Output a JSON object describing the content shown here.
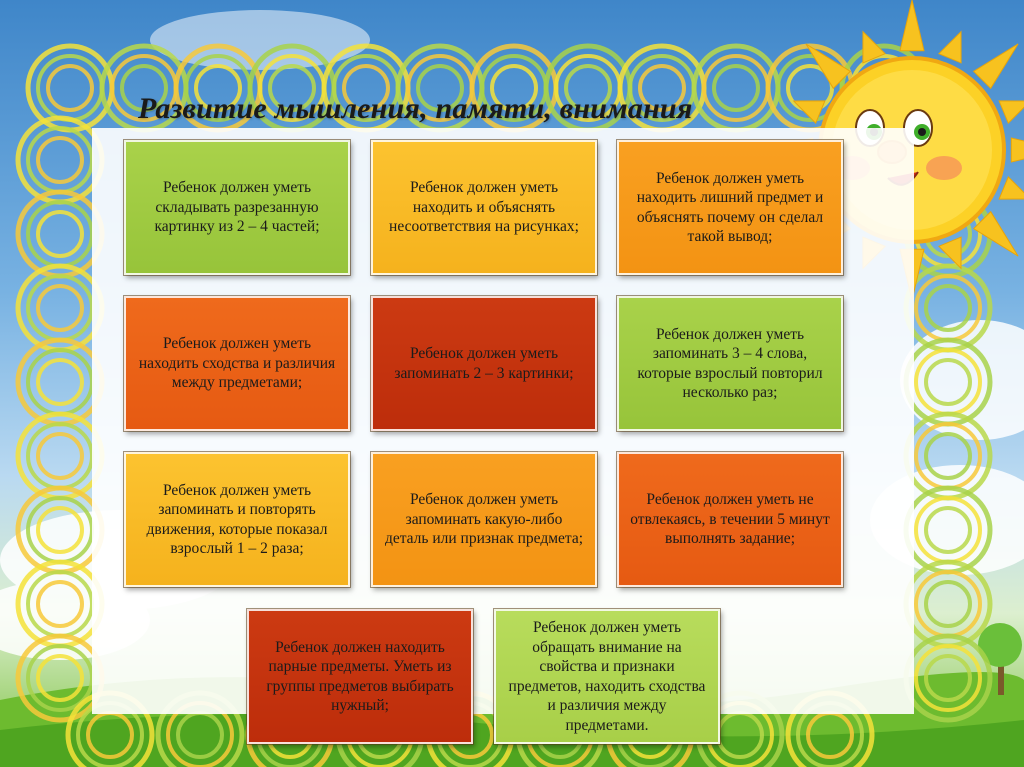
{
  "title": "Развитие мышления, памяти, внимания",
  "cards": [
    {
      "text": "Ребенок должен уметь складывать разрезанную картинку из 2 – 4 частей;",
      "color": "#a5cf46"
    },
    {
      "text": "Ребенок должен уметь находить и объяснять несоответствия на рисунках;",
      "color": "#fbbf2a"
    },
    {
      "text": "Ребенок должен уметь находить лишний предмет и объяснять почему он сделал такой вывод;",
      "color": "#f89c1c"
    },
    {
      "text": "Ребенок должен уметь находить сходства и различия между предметами;",
      "color": "#ec6418"
    },
    {
      "text": "Ребенок должен уметь запоминать 2 – 3 картинки;",
      "color": "#c7360f"
    },
    {
      "text": "Ребенок должен уметь запоминать 3 – 4 слова, которые взрослый повторил несколько раз;",
      "color": "#a5cf46"
    },
    {
      "text": "Ребенок должен уметь запоминать и повторять движения, которые показал взрослый 1 – 2 раза;",
      "color": "#fbbf2a"
    },
    {
      "text": "Ребенок должен уметь запоминать какую-либо деталь или признак предмета;",
      "color": "#f89c1c"
    },
    {
      "text": "Ребенок должен уметь не отвлекаясь, в течении 5 минут выполнять задание;",
      "color": "#ec6418"
    },
    {
      "text": "Ребенок должен находить парные предметы. Уметь из группы предметов выбирать нужный;",
      "color": "#c7360f"
    },
    {
      "text": "Ребенок должен уметь обращать внимание на свойства и признаки предметов, находить сходства и различия между предметами.",
      "color": "#b4d957"
    }
  ]
}
